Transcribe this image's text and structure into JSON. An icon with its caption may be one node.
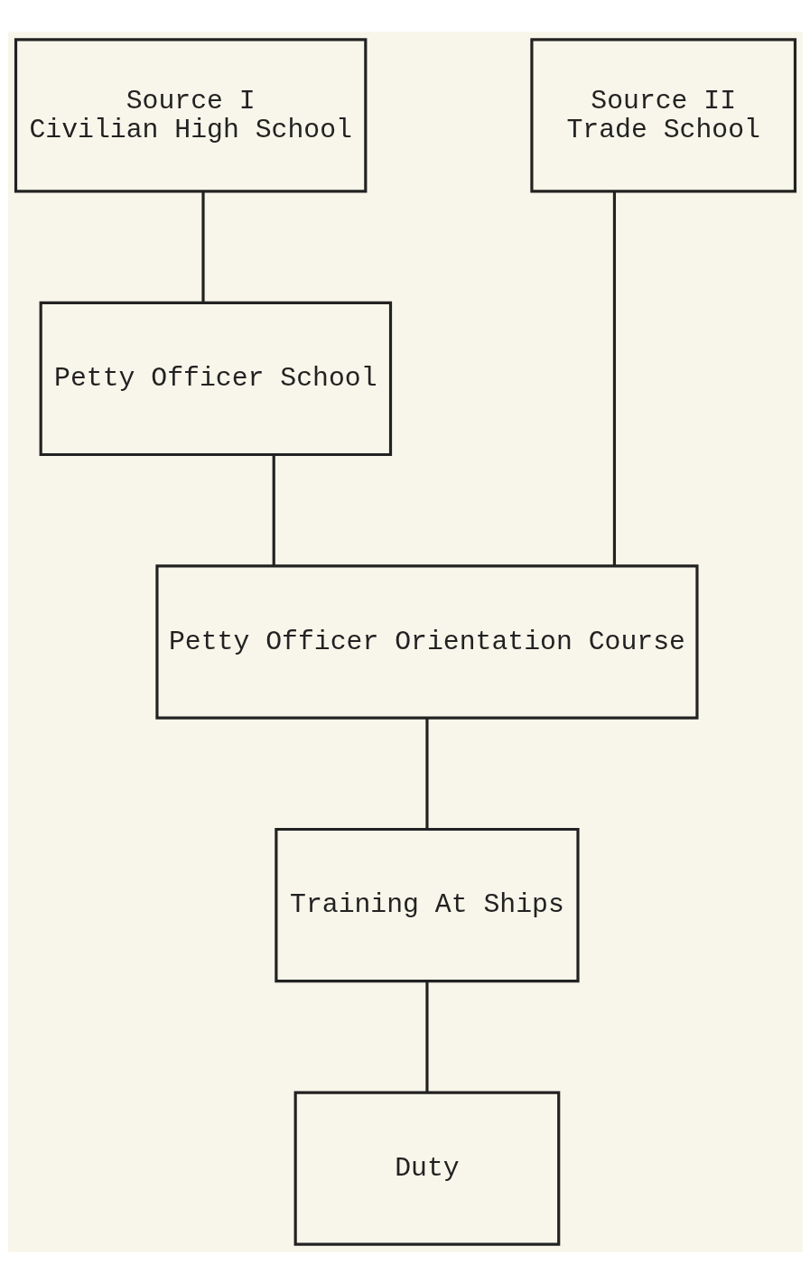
{
  "diagram": {
    "nodes": [
      {
        "text": [
          "Source I",
          "Civilian High School"
        ]
      },
      {
        "text": [
          "Petty Officer School"
        ]
      },
      {
        "text": [
          "Source II",
          "Trade School"
        ]
      },
      {
        "text": [
          "Petty Officer Orientation Course"
        ]
      },
      {
        "text": [
          "Training At Ships"
        ]
      },
      {
        "text": [
          "Duty"
        ]
      }
    ],
    "edges": [
      {
        "from": 0,
        "to": 1,
        "arrow": "none"
      },
      {
        "from": 1,
        "to": 3,
        "arrow": "none"
      },
      {
        "from": 2,
        "to": 3,
        "arrow": "none"
      },
      {
        "from": 3,
        "to": 4,
        "arrow": "none"
      },
      {
        "from": 4,
        "to": 5,
        "arrow": "none"
      }
    ]
  }
}
